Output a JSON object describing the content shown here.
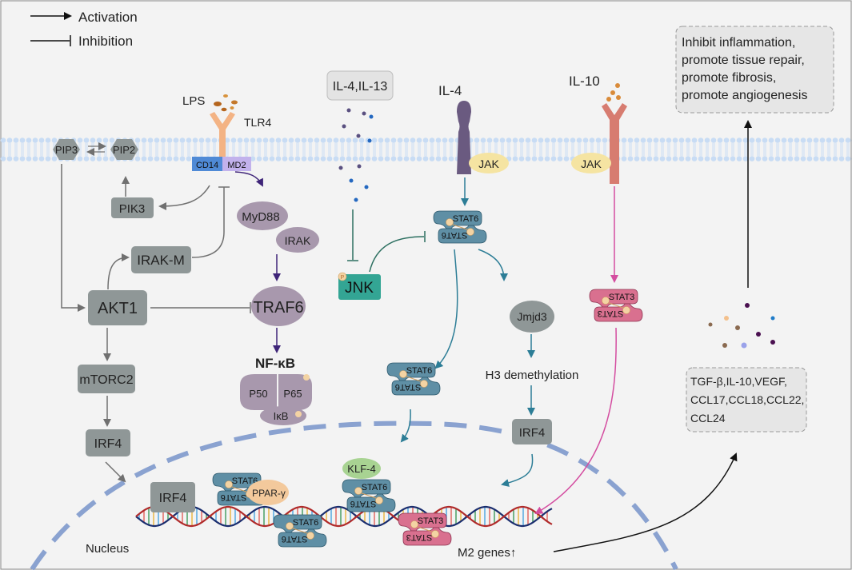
{
  "legend": {
    "activation_label": "Activation",
    "inhibition_label": "Inhibition"
  },
  "receptors": {
    "lps": "LPS",
    "tlr4": "TLR4",
    "cd14": "CD14",
    "md2": "MD2",
    "il4_il13": "IL-4,IL-13",
    "il4": "IL-4",
    "il10": "IL-10",
    "jak_il4": "JAK",
    "jak_il10": "JAK"
  },
  "pathway_left": {
    "pip3": "PIP3",
    "pip2": "PIP2",
    "pik3": "PIK3",
    "irak_m": "IRAK-M",
    "akt1": "AKT1",
    "mtorc2": "mTORC2",
    "irf4": "IRF4"
  },
  "tlr_pathway": {
    "myd88": "MyD88",
    "irak": "IRAK",
    "traf6": "TRAF6",
    "nfkb": "NF-κB",
    "p50": "P50",
    "p65": "P65",
    "ikb": "IκB"
  },
  "stat_pathway": {
    "jnk": "JNK",
    "stat6": "STAT6",
    "jmjd3": "Jmjd3",
    "h3_demethylation": "H3 demethylation",
    "irf4": "IRF4",
    "stat3": "STAT3",
    "phospho": "P"
  },
  "nucleus": {
    "label": "Nucleus",
    "irf4": "IRF4",
    "ppar": "PPAR-γ",
    "klf4": "KLF-4",
    "stat6": "STAT6",
    "stat3": "STAT3",
    "m2_genes": "M2 genes↑"
  },
  "outputs": {
    "cytokines_line1": "TGF-β,IL-10,VEGF,",
    "cytokines_line2": "CCL17,CCL18,CCL22,",
    "cytokines_line3": "CCL24",
    "effects_line1": "Inhibit inflammation,",
    "effects_line2": "promote tissue repair,",
    "effects_line3": "promote fibrosis,",
    "effects_line4": "promote angiogenesis"
  },
  "colors": {
    "membrane": "#c9dcf3",
    "gray_node": "#8f9797",
    "purple_node": "#a898ad",
    "stat_blue": "#5f8fa5",
    "stat3_pink": "#d9708f",
    "teal_arrow": "#2c7d96",
    "pink_arrow": "#d44da0",
    "purple_arrow": "#3e2478"
  }
}
